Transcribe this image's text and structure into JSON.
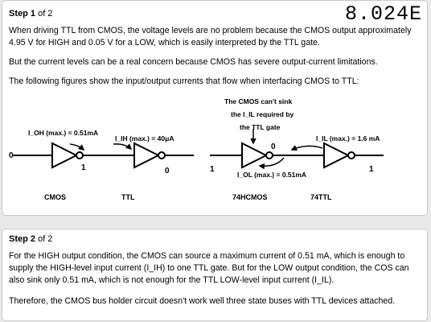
{
  "step1": {
    "label_bold": "Step 1",
    "label_rest": " of 2",
    "problem_id": "8.024E",
    "p1": "When driving TTL from CMOS, the voltage levels are no problem because the CMOS output approximately 4.95 V for HIGH and 0.05 V for a LOW, which is easily interpreted by the TTL gate.",
    "p2": "But the current levels can be a real concern because CMOS has severe output-current limitations.",
    "p3": "The following figures show the input/output currents that flow when interfacing CMOS to TTL:"
  },
  "figure": {
    "left": {
      "ioh_label": "I_OH (max.) = 0.51mA",
      "iih_label": "I_IH (max.) = 40μA",
      "in_bit": "0",
      "mid_bit": "1",
      "out_bit": "0",
      "cap1": "CMOS",
      "cap2": "TTL"
    },
    "right": {
      "note_line1": "The CMOS can't sink",
      "note_line2": "the I_IL required by",
      "note_line3": "the TTL gate",
      "iil_label": "I_IL (max.) = 1.6 mA",
      "iol_label": "I_OL (max.) = 0.51mA",
      "in_bit": "1",
      "mid_bit": "0",
      "out_bit": "1",
      "cap1": "74HCMOS",
      "cap2": "74TTL"
    }
  },
  "step2": {
    "label_bold": "Step 2",
    "label_rest": " of 2",
    "p1": "For the HIGH output condition, the CMOS can source a maximum current of 0.51 mA, which is enough to supply the HIGH-level input current (I_IH) to one TTL gate. But for the LOW output condition, the COS can also sink only 0.51 mA, which is not enough for the TTL LOW-level input current (I_IL).",
    "p2": "Therefore, the CMOS bus holder circuit doesn't work well three state buses with TTL devices attached."
  }
}
